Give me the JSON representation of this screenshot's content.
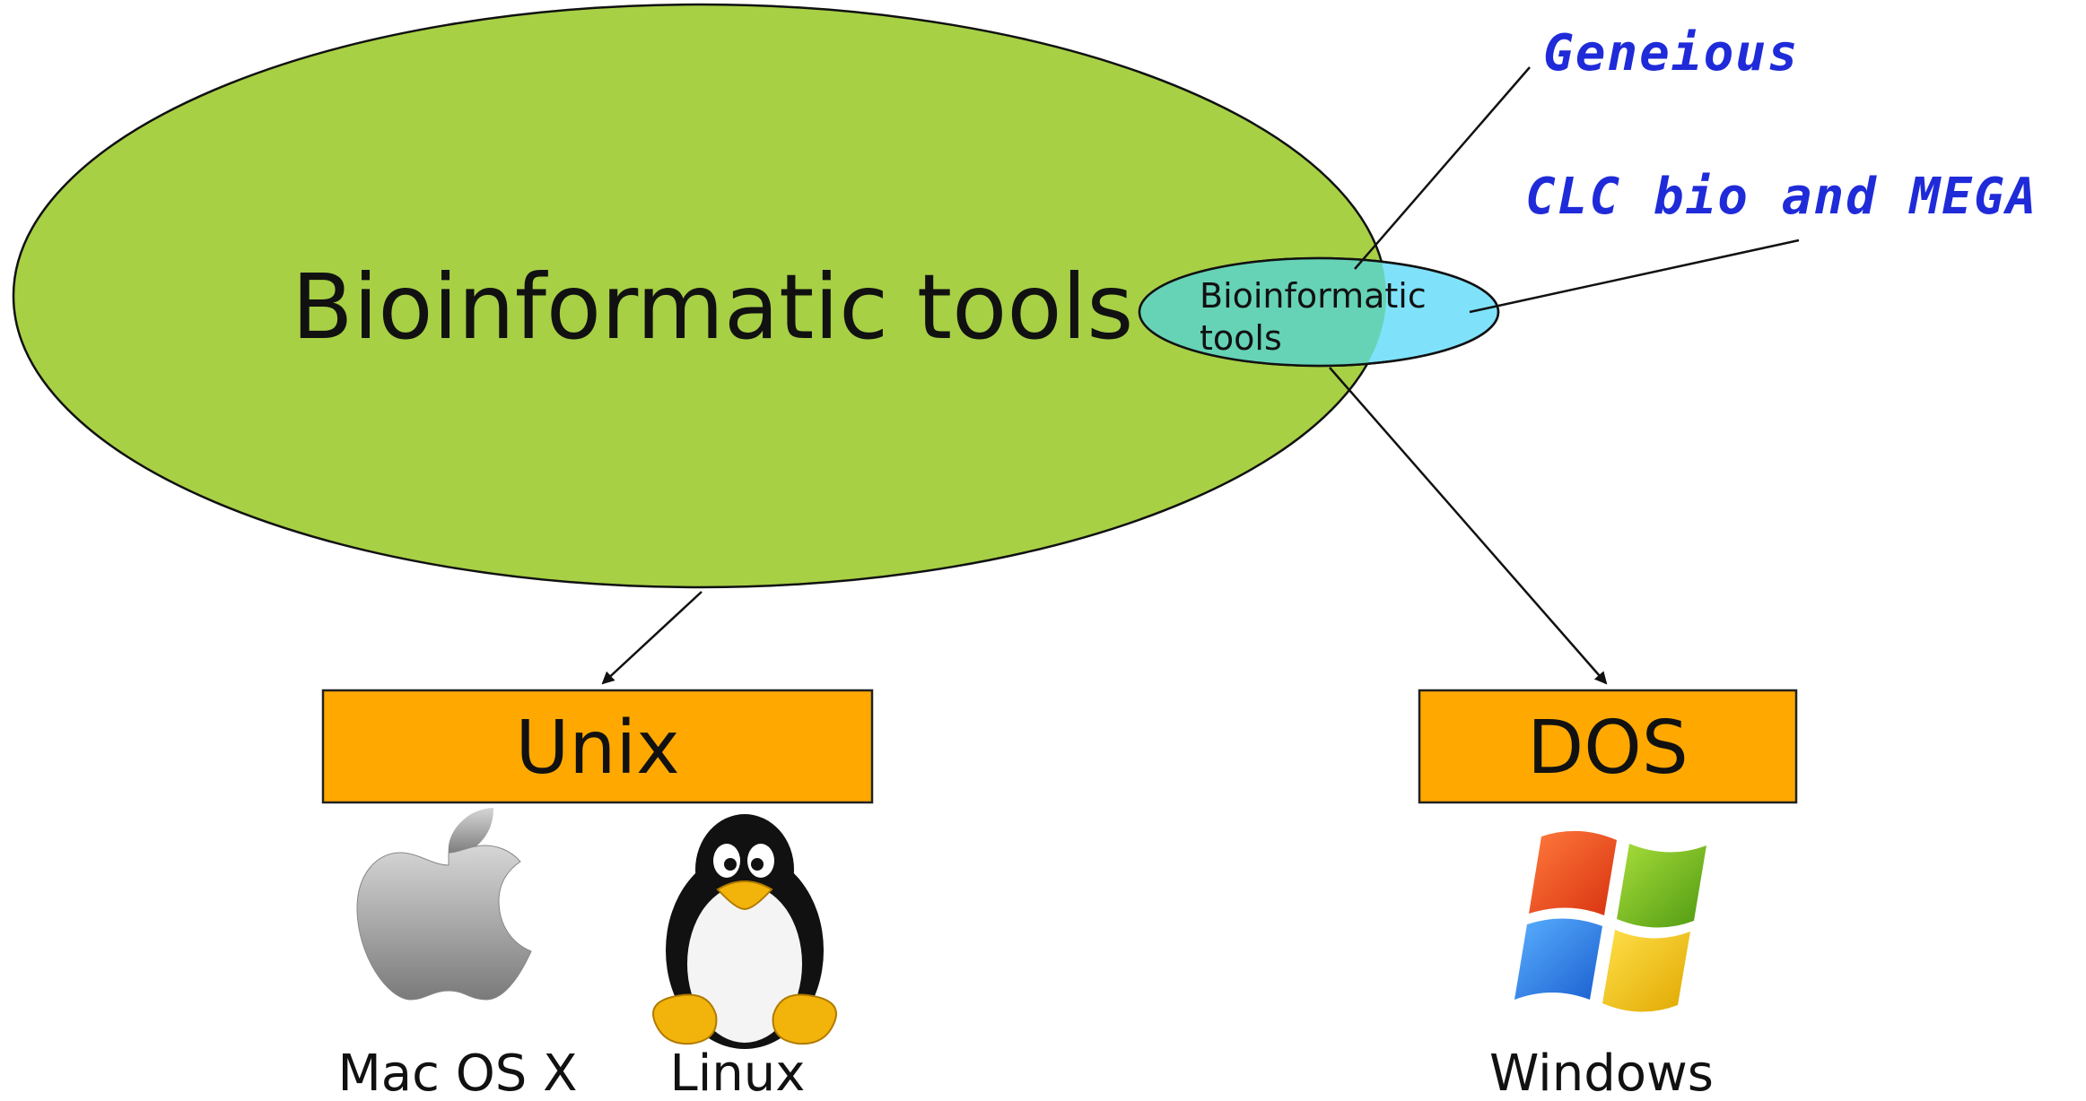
{
  "nodes": {
    "main_ellipse": {
      "label": "Bioinformatic tools",
      "fill": "#a7d045"
    },
    "small_ellipse": {
      "label_line1": "Bioinformatic",
      "label_line2": "tools",
      "fill": "#7fe2fa",
      "overlap_fill": "#66d3b6"
    },
    "unix_box": {
      "label": "Unix",
      "fill": "#ffa800"
    },
    "dos_box": {
      "label": "DOS",
      "fill": "#ffa800"
    }
  },
  "annotations": {
    "geneious": "Geneious",
    "clc_mega": "CLC bio and MEGA",
    "color": "#1f2bd8"
  },
  "os": {
    "mac": {
      "label": "Mac OS X",
      "icon": "apple-logo-icon"
    },
    "linux": {
      "label": "Linux",
      "icon": "tux-penguin-icon"
    },
    "windows": {
      "label": "Windows",
      "icon": "windows-flag-icon"
    }
  },
  "colors": {
    "line": "#111111",
    "box_border": "#222222",
    "apple_gray": "#9a9a9a",
    "win_red": "#f25022",
    "win_green": "#7fba00",
    "win_blue": "#00a4ef",
    "win_yellow": "#ffb900"
  }
}
